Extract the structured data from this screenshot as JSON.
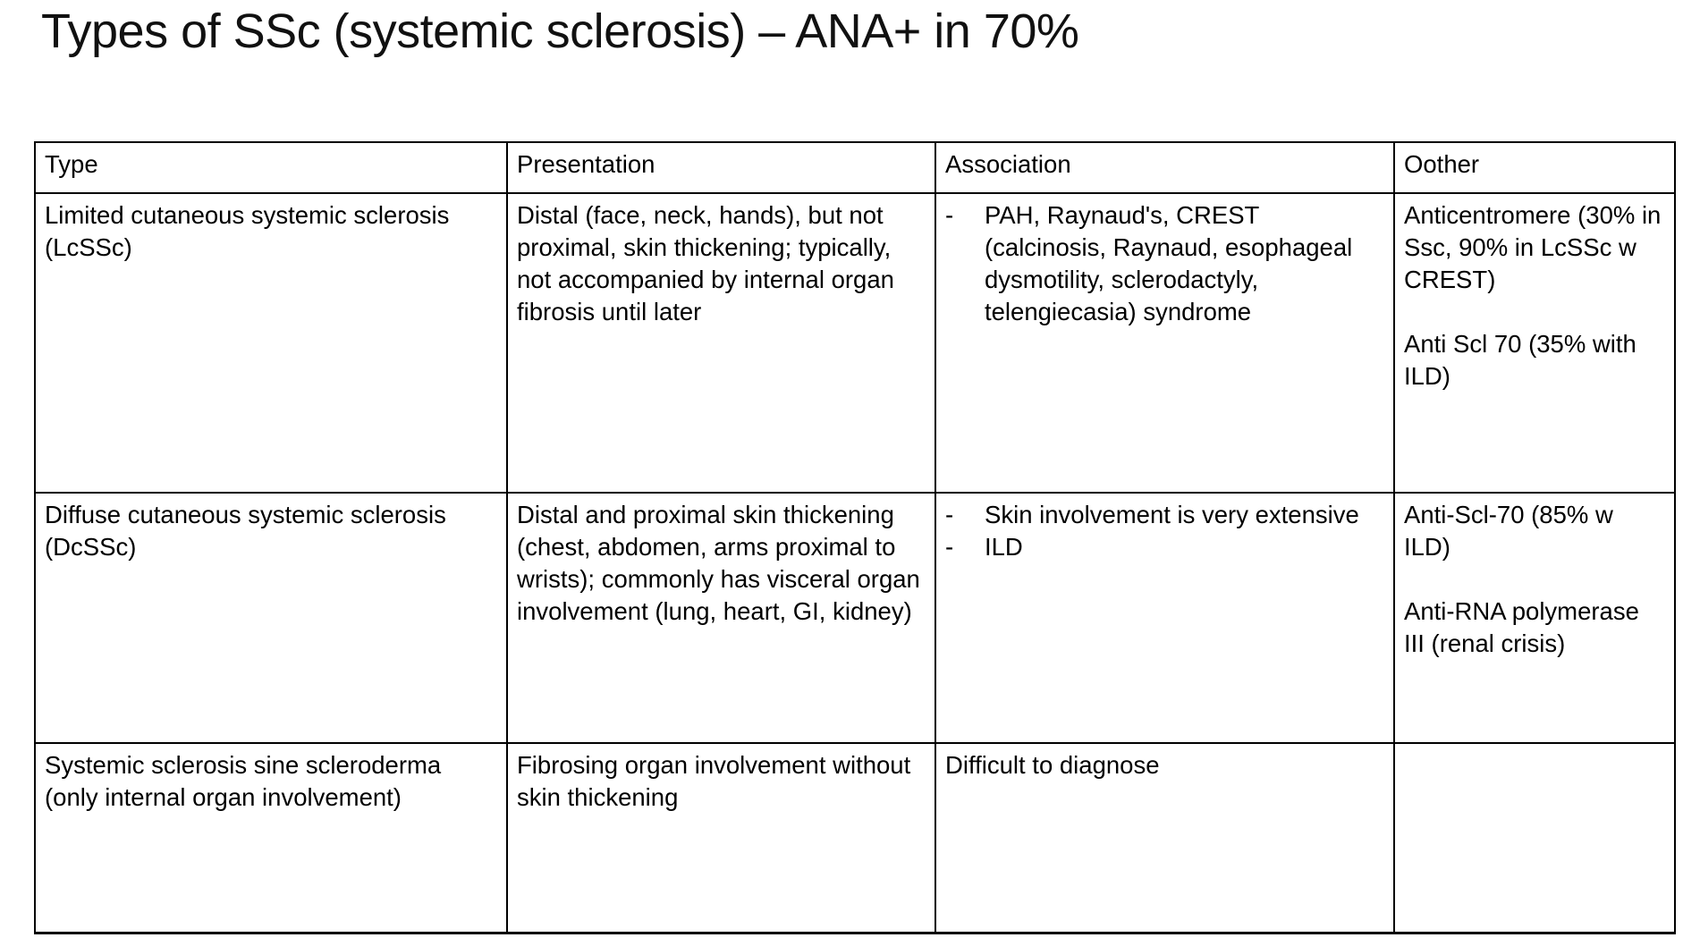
{
  "slide": {
    "title": "Types of SSc (systemic sclerosis) – ANA+ in 70%"
  },
  "bullet_char": "-",
  "table": {
    "headers": [
      "Type",
      "Presentation",
      "Association",
      "Oother"
    ],
    "rows": [
      {
        "type": "Limited cutaneous systemic sclerosis (LcSSc)",
        "presentation": "Distal (face, neck, hands), but not proximal, skin thickening; typically, not accompanied by internal organ fibrosis until later",
        "association": {
          "bullets": [
            "PAH, Raynaud's, CREST (calcinosis, Raynaud, esophageal dysmotility, sclerodactyly, telengiecasia) syndrome"
          ]
        },
        "other": [
          "Anticentromere (30% in Ssc, 90% in LcSSc w CREST)",
          "Anti Scl 70 (35% with ILD)"
        ]
      },
      {
        "type": "Diffuse cutaneous systemic sclerosis (DcSSc)",
        "presentation": "Distal and proximal skin thickening (chest, abdomen, arms proximal to wrists); commonly has visceral organ involvement (lung, heart, GI, kidney)",
        "association": {
          "bullets": [
            "Skin involvement is very extensive",
            "ILD"
          ]
        },
        "other": [
          "Anti-Scl-70 (85% w ILD)",
          "Anti-RNA polymerase III (renal crisis)"
        ]
      },
      {
        "type": "Systemic sclerosis sine scleroderma (only internal organ involvement)",
        "presentation": "Fibrosing organ involvement without skin thickening",
        "association": {
          "text": "Difficult to diagnose"
        },
        "other": []
      }
    ]
  }
}
